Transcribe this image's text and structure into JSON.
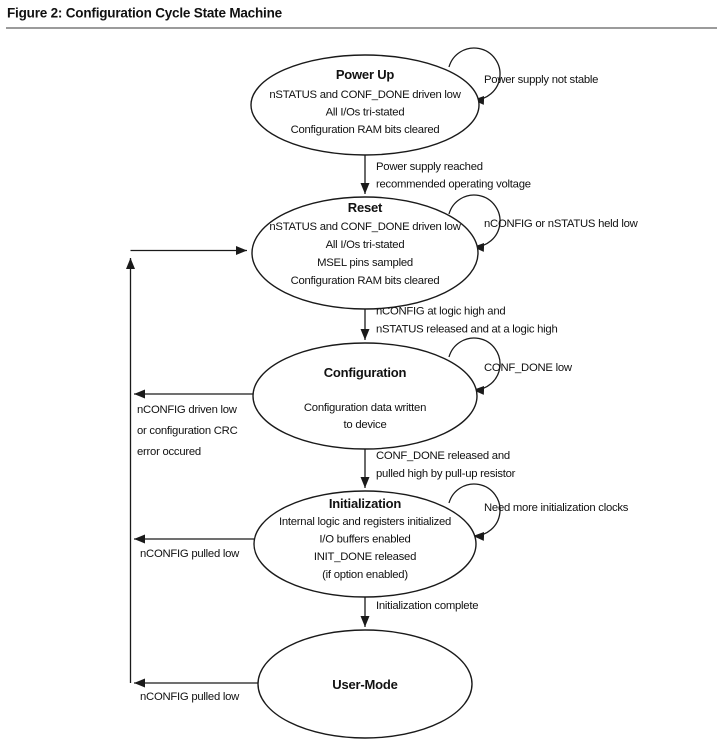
{
  "figure": {
    "title": "Figure 2: Configuration Cycle State Machine"
  },
  "states": [
    {
      "title": "Power Up",
      "lines": [
        "nSTATUS and CONF_DONE driven low",
        "All I/Os tri-stated",
        "Configuration RAM bits cleared"
      ],
      "self_loop": "Power supply not stable"
    },
    {
      "title": "Reset",
      "lines": [
        "nSTATUS and CONF_DONE driven low",
        "All I/Os tri-stated",
        "MSEL pins sampled",
        "Configuration RAM bits cleared"
      ],
      "self_loop": "nCONFIG or nSTATUS held low"
    },
    {
      "title": "Configuration",
      "lines": [
        "Configuration data written",
        "to device"
      ],
      "self_loop": "CONF_DONE low"
    },
    {
      "title": "Initialization",
      "lines": [
        "Internal logic and registers initialized",
        "I/O buffers enabled",
        "INIT_DONE released",
        "(if option enabled)"
      ],
      "self_loop": "Need more initialization clocks"
    },
    {
      "title": "User-Mode",
      "lines": []
    }
  ],
  "transitions": [
    {
      "from": "Power Up",
      "to": "Reset",
      "label_lines": [
        "Power supply reached",
        "recommended operating voltage"
      ]
    },
    {
      "from": "Reset",
      "to": "Configuration",
      "label_lines": [
        "nCONFIG at logic high and",
        "nSTATUS released and at a logic high"
      ]
    },
    {
      "from": "Configuration",
      "to": "Initialization",
      "label_lines": [
        "CONF_DONE released and",
        "pulled high by pull-up resistor"
      ]
    },
    {
      "from": "Initialization",
      "to": "User-Mode",
      "label_lines": [
        "Initialization complete"
      ]
    }
  ],
  "feedback_transitions": [
    {
      "from": "Configuration",
      "to": "Reset",
      "label_lines": [
        "nCONFIG driven low",
        "or configuration CRC",
        "error occured"
      ]
    },
    {
      "from": "Initialization",
      "to": "Reset",
      "label_lines": [
        "nCONFIG pulled low"
      ]
    },
    {
      "from": "User-Mode",
      "to": "Reset",
      "label_lines": [
        "nCONFIG pulled low"
      ]
    }
  ],
  "colors": {
    "line": "#1a1a1a",
    "text": "#111111",
    "rule": "#9b9b9b",
    "background": "#ffffff"
  }
}
